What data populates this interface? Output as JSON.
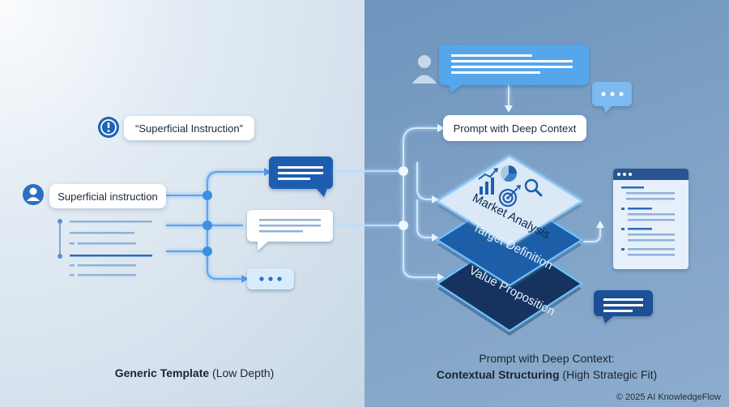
{
  "left": {
    "quote_label": "“Superficial Instruction”",
    "user_label": "Superficial instruction",
    "caption_bold": "Generic Template",
    "caption_rest": " (Low Depth)"
  },
  "right": {
    "prompt_box_label": "Prompt with Deep Context",
    "layers": [
      "Market Analysis",
      "Target Definition",
      "Value Proposition"
    ],
    "caption_line1": "Prompt with Deep Context:",
    "caption_bold": "Contextual Structuring",
    "caption_rest": " (High Strategic Fit)"
  },
  "footer": {
    "copyright": "© 2025 AI KnowledgeFlow"
  },
  "icons": [
    "info-icon",
    "user-icon",
    "chat-bubble-icon",
    "typing-dots-icon",
    "bar-chart-icon",
    "pie-chart-icon",
    "target-icon",
    "magnifier-icon",
    "document-icon"
  ],
  "colors": {
    "accent": "#3d8fe0",
    "dark_navy": "#13325e",
    "mid_blue": "#1d5fa8",
    "light_layer": "#dbe9f6"
  }
}
